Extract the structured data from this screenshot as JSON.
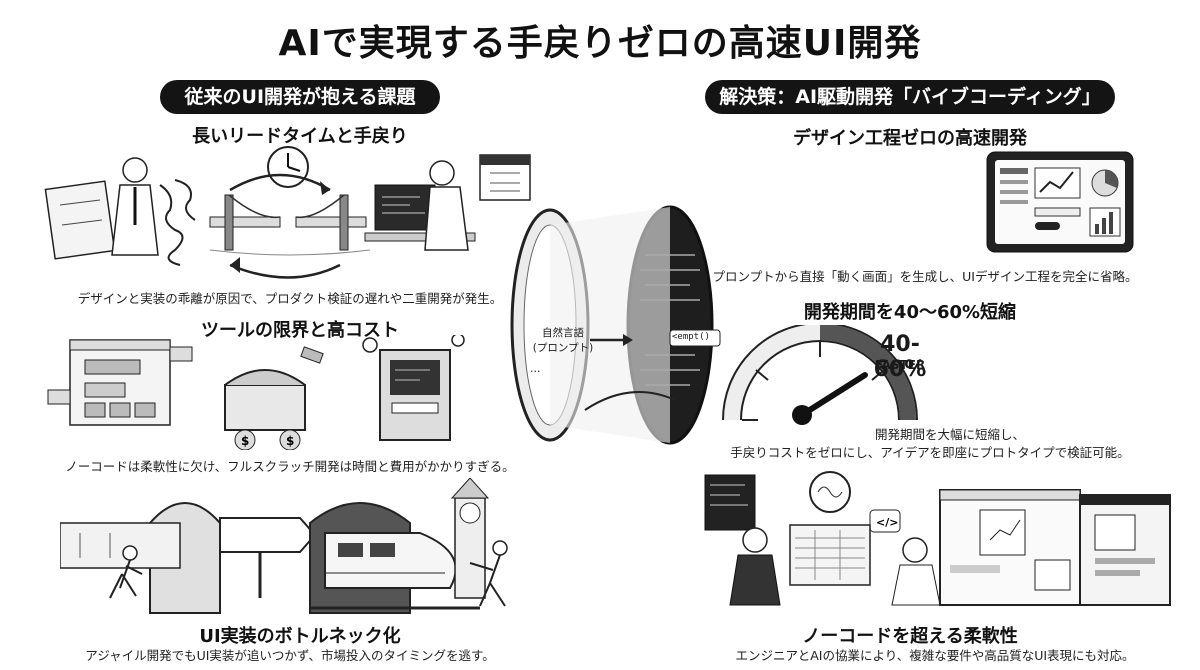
{
  "title": "AIで実現する手戻りゼロの高速UI開発",
  "left": {
    "header": "従来のUI開発が抱える課題",
    "s1": {
      "heading": "長いリードタイムと手戻り",
      "caption": "デザインと実装の乖離が原因で、プロダクト検証の遅れや二重開発が発生。"
    },
    "s2": {
      "heading": "ツールの限界と高コスト",
      "caption": "ノーコードは柔軟性に欠け、フルスクラッチ開発は時間と費用がかかりすぎる。"
    },
    "s3": {
      "heading": "UI実装のボトルネック化",
      "caption": "アジャイル開発でもUI実装が追いつかず、市場投入のタイミングを逃す。"
    }
  },
  "center": {
    "input_line1": "自然言語",
    "input_line2": "(プロンプト)",
    "input_line3": "...",
    "code_snippet": "<empt()"
  },
  "right": {
    "header": "解決策：AI駆動開発「バイブコーディング」",
    "s1": {
      "heading": "デザイン工程ゼロの高速開発",
      "caption": "プロンプトから直接「動く画面」を生成し、UIデザイン工程を完全に省略。"
    },
    "s2": {
      "heading": "開発期間を40〜60%短縮",
      "gauge_value": "40-60%",
      "gauge_label": "FASTER",
      "caption_line1": "開発期間を大幅に短縮し、",
      "caption_line2": "手戻りコストをゼロにし、アイデアを即座にプロトタイプで検証可能。"
    },
    "s3": {
      "heading": "ノーコードを超える柔軟性",
      "caption": "エンジニアとAIの協業により、複雑な要件や高品質なUI表現にも対応。"
    }
  }
}
